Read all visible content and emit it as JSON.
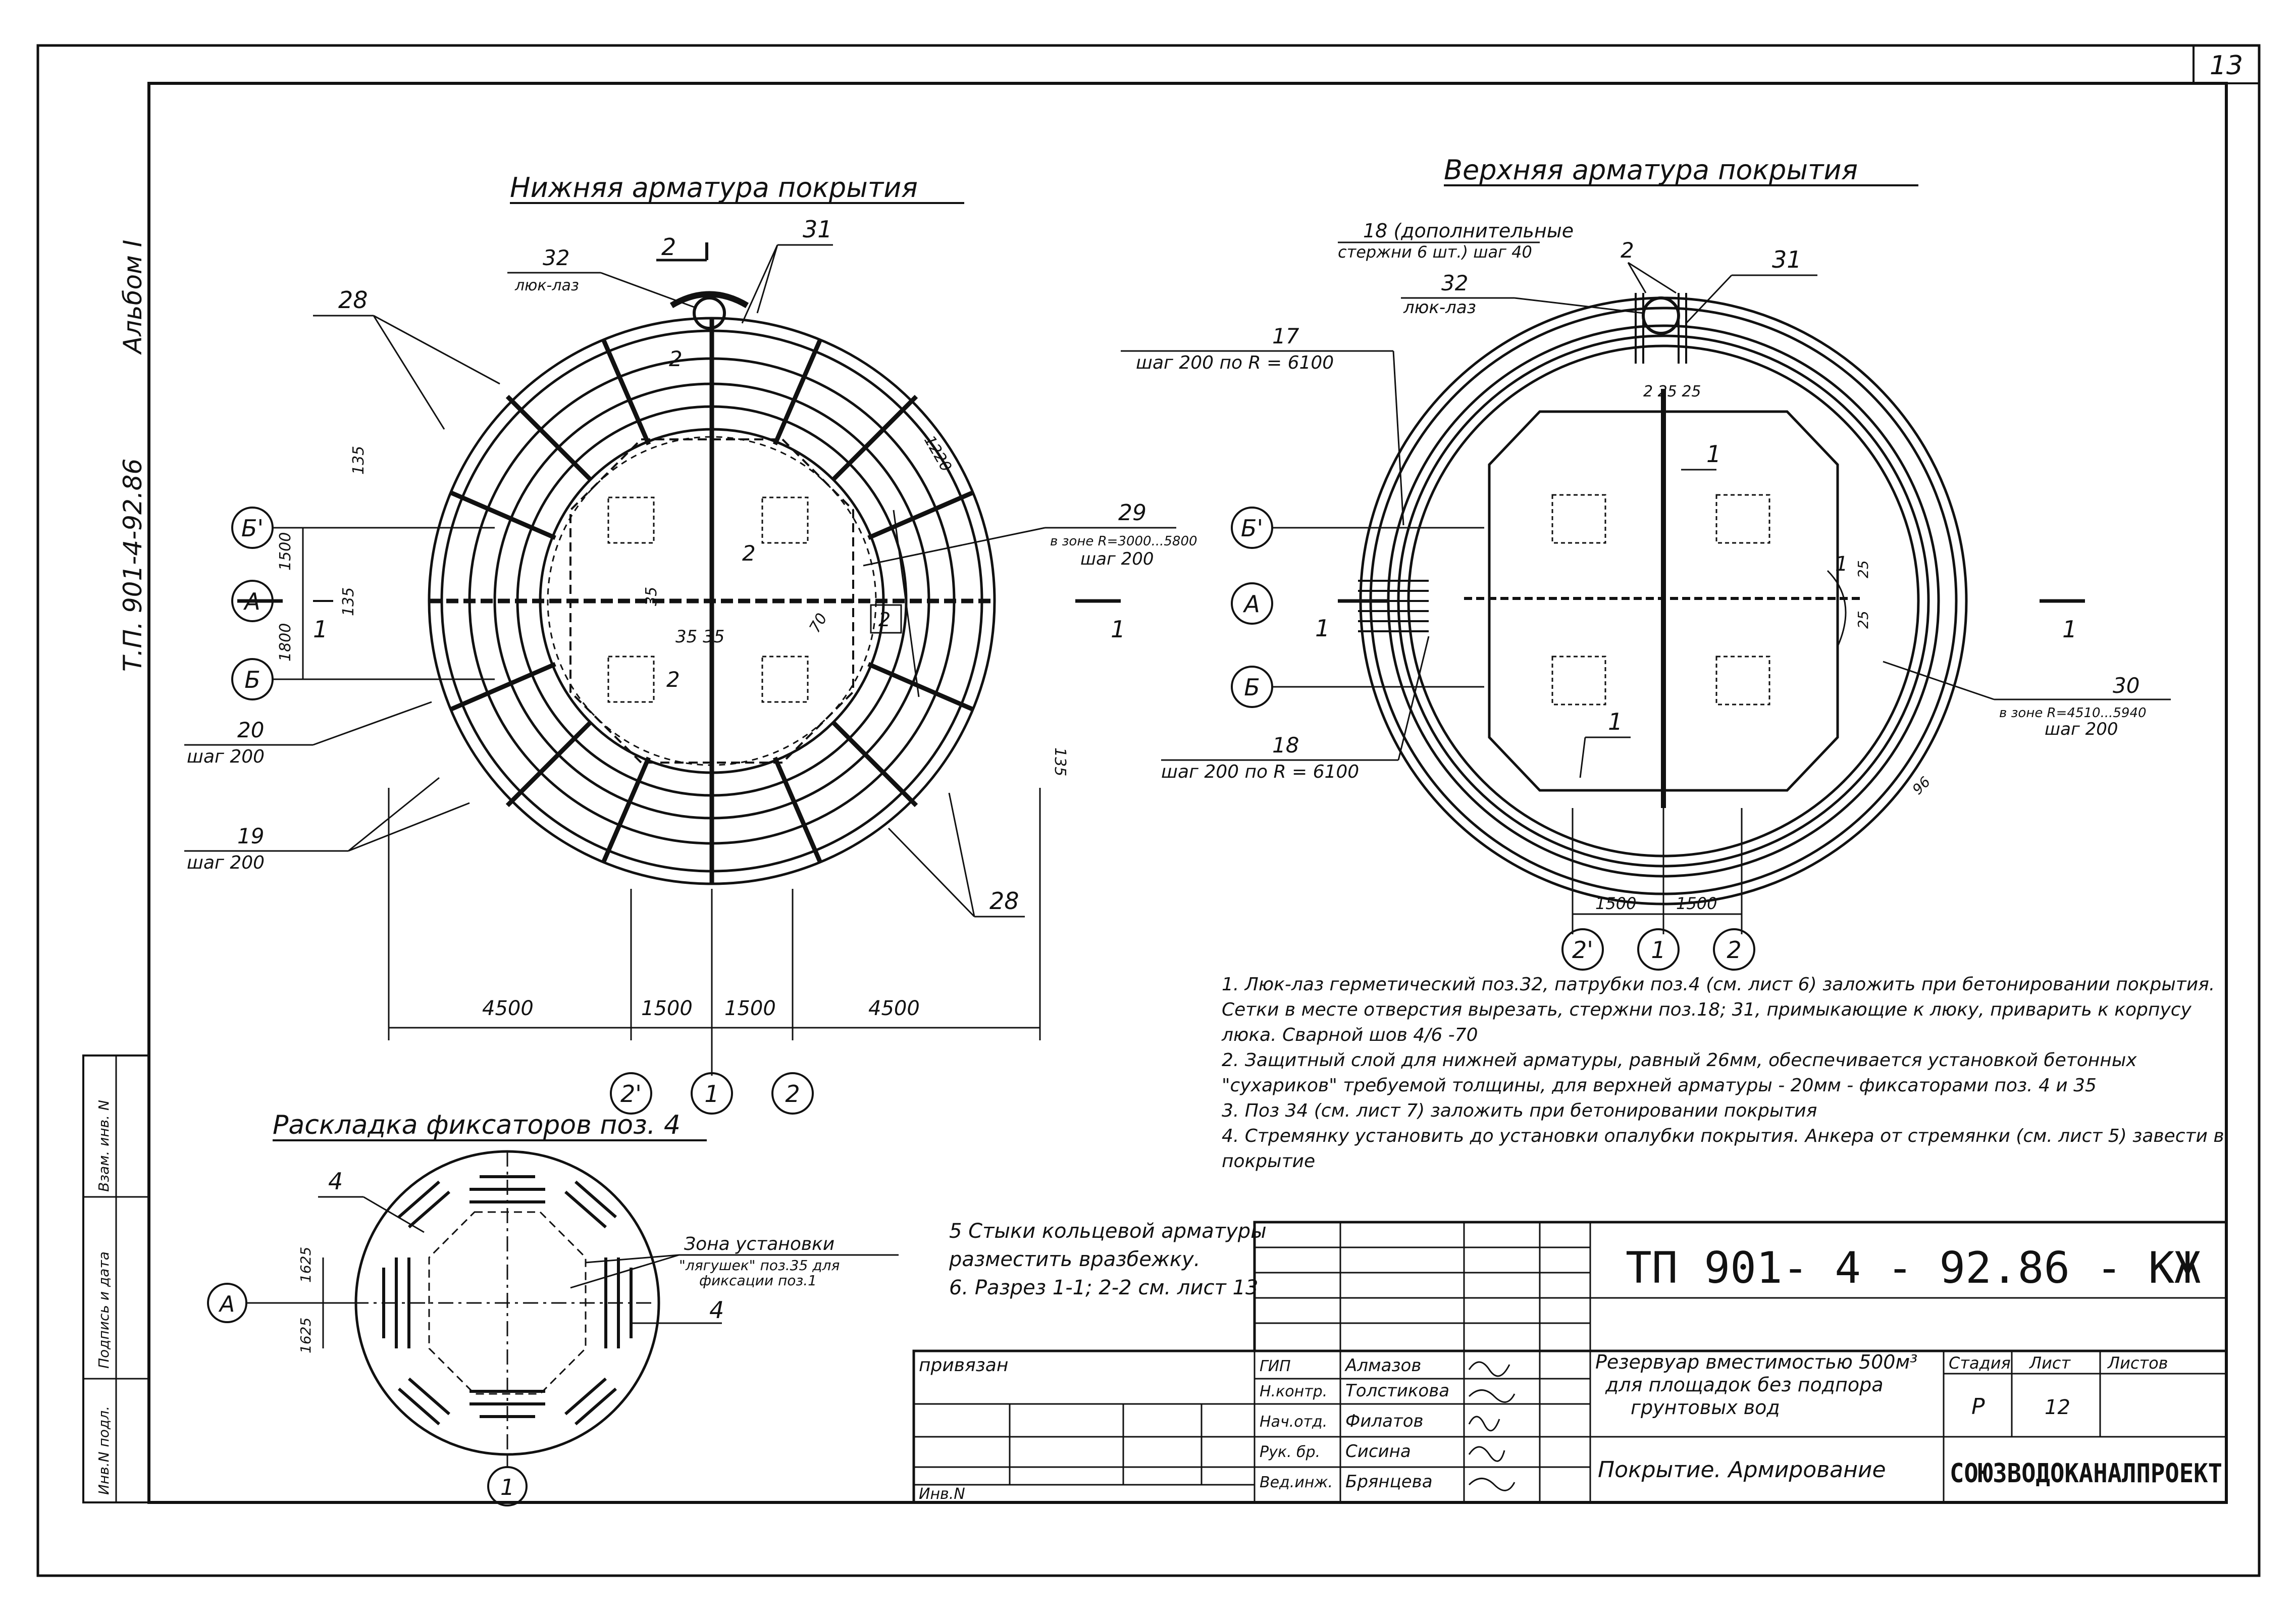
{
  "page_number": "13",
  "album": {
    "code": "Т.П. 901-4-92.86",
    "volume": "Альбом I"
  },
  "left_strip": {
    "labels": [
      "Взам. инв. N",
      "Подпись и дата",
      "Инв.N подл."
    ]
  },
  "plan_bottom": {
    "title": "Нижняя арматура покрытия",
    "callouts": {
      "c32": "32",
      "c32_sub": "люк-лаз",
      "c31": "31",
      "c2": "2",
      "c28a": "28",
      "c28b": "28",
      "c29": "29",
      "c29_sub1": "в зоне R=3000...5800",
      "c29_sub2": "шаг 200",
      "c20": "20",
      "c20_sub": "шаг 200",
      "c19": "19",
      "c19_sub": "шаг 200",
      "d135a": "135",
      "d135b": "135",
      "d135c": "135",
      "d1500": "1500",
      "d1800": "1800",
      "d35": "35",
      "d70": "70",
      "d1220": "1220",
      "d35_35": "35  35",
      "two": "2"
    },
    "axes": {
      "b_prime": "Б'",
      "a": "А",
      "b": "Б",
      "cut": "1"
    },
    "dims": [
      "4500",
      "1500",
      "1500",
      "4500"
    ],
    "bubbles": [
      "2'",
      "1",
      "2"
    ]
  },
  "plan_top": {
    "title": "Верхняя арматура покрытия",
    "callouts": {
      "c18_top1": "18 (дополнительные",
      "c18_top2": "стержни 6 шт.) шаг 40",
      "c32": "32",
      "c32_sub": "люк-лаз",
      "c31": "31",
      "c2": "2",
      "c17": "17",
      "c17_sub": "шаг 200 по R = 6100",
      "c18": "18",
      "c18_sub": "шаг 200 по R = 6100",
      "c30": "30",
      "c30_sub1": "в зоне R=4510...5940",
      "c30_sub2": "шаг 200",
      "c1a": "1",
      "c1b": "1",
      "c1c": "1",
      "d25a": "2 25 25",
      "d25b": "25",
      "d25c": "25",
      "d96": "96"
    },
    "axes": {
      "b_prime": "Б'",
      "a": "А",
      "b": "Б",
      "cut": "1"
    },
    "dims": [
      "1500",
      "1500"
    ],
    "bubbles": [
      "2'",
      "1",
      "2"
    ]
  },
  "fixators": {
    "title": "Раскладка фиксаторов поз. 4",
    "callout4a": "4",
    "callout4b": "4",
    "zone1": "Зона установки",
    "zone2": "\"лягушек\" поз.35 для",
    "zone3": "фиксации поз.1",
    "axis_a": "А",
    "axis_1": "1",
    "d1625a": "1625",
    "d1625b": "1625"
  },
  "notes": [
    "1. Люк-лаз герметический поз.32, патрубки поз.4 (см. лист 6) заложить при бетонировании покрытия. Сетки в месте отверстия вырезать, стержни поз.18; 31, примыкающие к люку, приварить к корпусу люка. Сварной шов 4/6 -70",
    "2. Защитный слой для нижней арматуры, равный 26мм, обеспечивается установкой бетонных \"сухариков\" требуемой толщины, для верхней арматуры - 20мм - фиксаторами поз. 4 и 35",
    "3. Поз 34 (см. лист 7) заложить при бетонировании покрытия",
    "4. Стремянку установить до установки опалубки покрытия. Анкера от стремянки (см. лист 5) завести в покрытие"
  ],
  "notes2": [
    "5 Стыки кольцевой арматуры разместить вразбежку.",
    "6. Разрез 1-1; 2-2 см. лист 13"
  ],
  "title_block": {
    "doc_code": "ТП 901- 4 - 92.86 - КЖ",
    "privyazan": "привязан",
    "inv": "Инв.N",
    "roles": [
      "ГИП",
      "Н.контр.",
      "Нач.отд.",
      "Рук. бр.",
      "Вед.инж."
    ],
    "names": [
      "Алмазов",
      "Толстикова",
      "Филатов",
      "Сисина",
      "Брянцева"
    ],
    "object1": "Резервуар вместимостью 500м³",
    "object2": "для площадок без подпора",
    "object3": "грунтовых вод",
    "stage_h": "Стадия",
    "sheet_h": "Лист",
    "sheets_h": "Листов",
    "stage": "Р",
    "sheet": "12",
    "drawing_title": "Покрытие. Армирование",
    "org": "СОЮЗВОДОКАНАЛПРОЕКТ"
  }
}
